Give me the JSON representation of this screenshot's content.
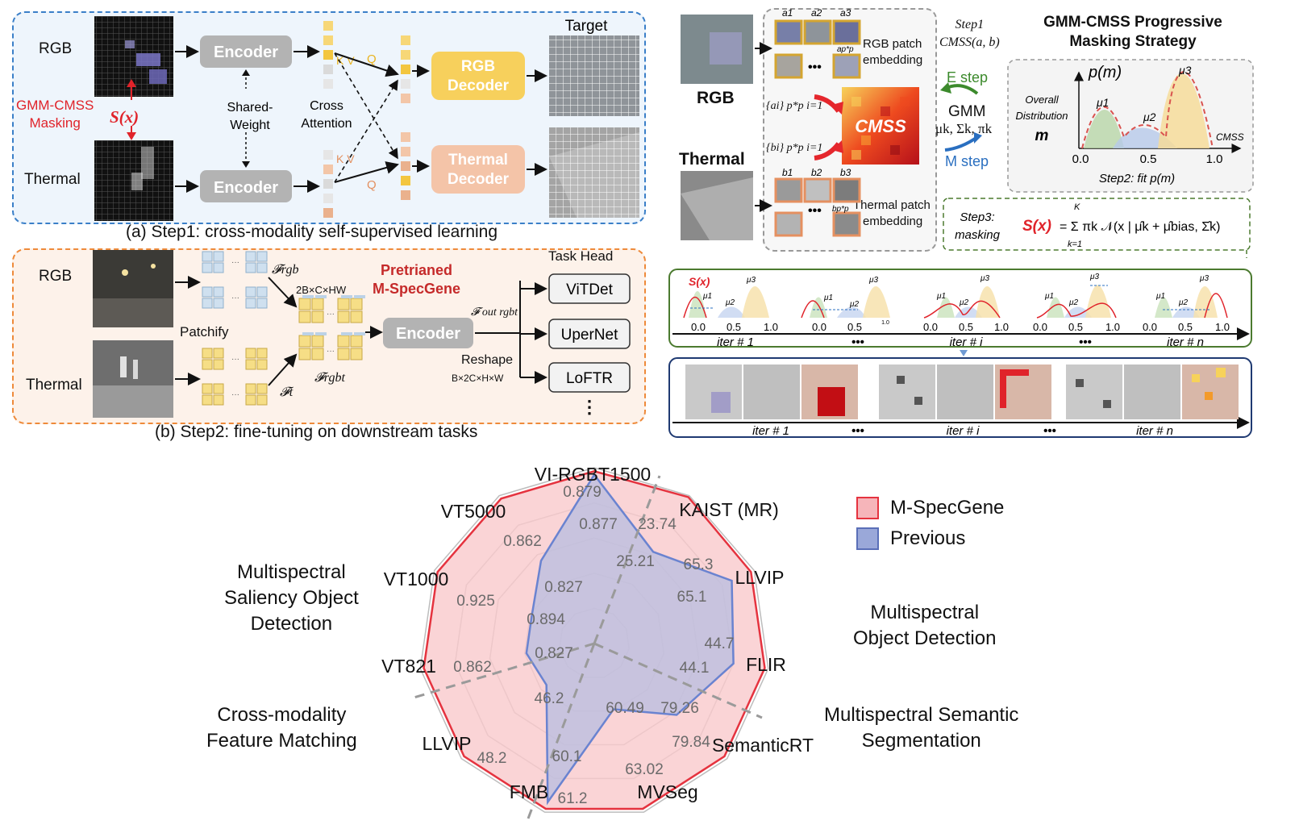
{
  "step1": {
    "caption": "(a) Step1: cross-modality self-supervised learning",
    "rgb_label": "RGB",
    "thermal_label": "Thermal",
    "masking_label_1": "GMM-CMSS",
    "masking_label_2": "Masking",
    "sx": "S(x)",
    "encoder": "Encoder",
    "shared_1": "Shared-",
    "shared_2": "Weight",
    "cross_1": "Cross",
    "cross_2": "Attention",
    "q": "Q",
    "kv": "K V",
    "rgb_decoder_1": "RGB",
    "rgb_decoder_2": "Decoder",
    "thermal_decoder_1": "Thermal",
    "thermal_decoder_2": "Decoder",
    "target": "Target"
  },
  "step2": {
    "caption": "(b) Step2: fine-tuning on downstream tasks",
    "rgb_label": "RGB",
    "thermal_label": "Thermal",
    "patchify": "Patchify",
    "f_rgb": "𝓕rgb",
    "f_t": "𝓕t",
    "f_rgbt": "𝓕rgbt",
    "dim_top": "2B×C×HW",
    "pretrained_1": "Pretrianed",
    "pretrained_2": "M-SpecGene",
    "encoder": "Encoder",
    "f_out": "𝓕 out rgbt",
    "reshape": "Reshape",
    "dim_bottom": "B×2C×H×W",
    "task_head": "Task Head",
    "heads": [
      "ViTDet",
      "UperNet",
      "LoFTR"
    ],
    "more": "⋮"
  },
  "gmm": {
    "rgb_label": "RGB",
    "thermal_label": "Thermal",
    "a_labels": [
      "a1",
      "a2",
      "a3",
      "ap*p"
    ],
    "b_labels": [
      "b1",
      "b2",
      "b3",
      "bp*p"
    ],
    "rgb_embed_1": "RGB patch",
    "rgb_embed_2": "embedding",
    "thermal_embed_1": "Thermal patch",
    "thermal_embed_2": "embedding",
    "set_a": "{ai} p*p i=1",
    "set_b": "{bi} p*p i=1",
    "cmss": "CMSS",
    "step1_1": "Step1",
    "step1_2": "CMSS(a, b)",
    "e_step": "E step",
    "gmm": "GMM",
    "params": "μk, Σk, πk",
    "m_step": "M step",
    "title_1": "GMM-CMSS Progressive",
    "title_2": "Masking Strategy",
    "pm": "p(m)",
    "overall_1": "Overall",
    "overall_2": "Distribution",
    "m": "m",
    "mu1": "μ1",
    "mu2": "μ2",
    "mu3": "μ3",
    "cmss_axis": "CMSS",
    "ticks": [
      "0.0",
      "0.5",
      "1.0"
    ],
    "step2_fit": "Step2: fit p(m)",
    "step3_1": "Step3:",
    "step3_2": "masking",
    "formula_lhs": "S(x)",
    "formula_rhs": "= Σ πk 𝒩(x | μ̂k + μ̂bias, Σ̂k)",
    "formula_sum_top": "K",
    "formula_sum_bottom": "k=1"
  },
  "iters": {
    "labels": [
      "iter # 1",
      "•••",
      "iter # i",
      "•••",
      "iter # n"
    ],
    "sx": "S(x)",
    "ticks": [
      "0.0",
      "0.5",
      "1.0"
    ],
    "small_tick": "1.0",
    "img_labels": [
      "iter # 1",
      "•••",
      "iter # i",
      "•••",
      "iter # n"
    ]
  },
  "radar": {
    "legend": [
      {
        "name": "M-SpecGene",
        "color": "#f08f98"
      },
      {
        "name": "Previous",
        "color": "#9aa8d9"
      }
    ],
    "group_labels": [
      [
        "Multispectral",
        "Saliency Object",
        "Detection"
      ],
      [
        "Multispectral",
        "Object Detection"
      ],
      [
        "Cross-modality",
        "Feature Matching"
      ],
      [
        "Multispectral Semantic",
        "Segmentation"
      ]
    ],
    "axes": [
      "VI-RGBT1500",
      "KAIST (MR)",
      "LLVIP",
      "FLIR",
      "SemanticRT",
      "MVSeg",
      "FMB",
      "LLVIP",
      "VT821",
      "VT1000",
      "VT5000"
    ],
    "ours_values": [
      "0.879",
      "23.74",
      "65.3",
      "44.7",
      "79.84",
      "63.02",
      "61.2",
      "48.2",
      "0.862",
      "0.925",
      "0.862"
    ],
    "prev_values": [
      "0.877",
      "25.21",
      "65.1",
      "44.1",
      "79.26",
      "60.49",
      "60.1",
      "46.2",
      "0.827",
      "0.894",
      "0.827"
    ]
  }
}
